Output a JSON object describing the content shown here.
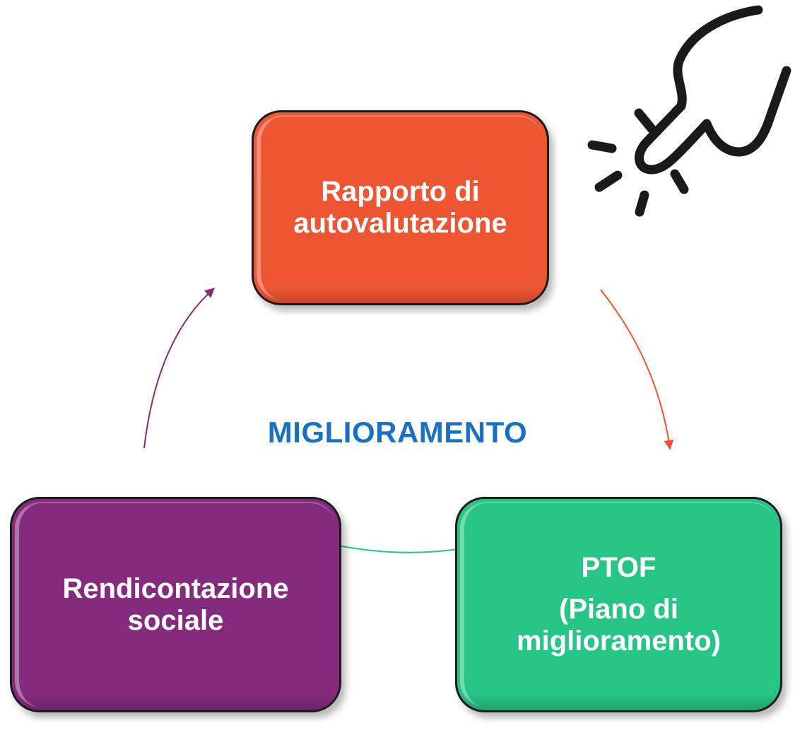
{
  "center_label": "MIGLIORAMENTO",
  "nodes": {
    "rav": {
      "line1": "Rapporto di",
      "line2": "autovalutazione",
      "color": "#ee5533"
    },
    "ptof": {
      "title": "PTOF",
      "line1": "(Piano di",
      "line2": "miglioramento)",
      "color": "#26c485"
    },
    "rs": {
      "line1": "Rendicontazione",
      "line2": "sociale",
      "color": "#842b7d"
    }
  },
  "arrows": [
    {
      "from": "rav",
      "to": "ptof",
      "color": "#ee5533"
    },
    {
      "from": "ptof",
      "to": "rs",
      "color": "#26c485"
    },
    {
      "from": "rs",
      "to": "rav",
      "color": "#842b7d"
    }
  ],
  "decoration": {
    "icon": "hand-pointing-click-icon",
    "color": "#1a1a1a"
  }
}
